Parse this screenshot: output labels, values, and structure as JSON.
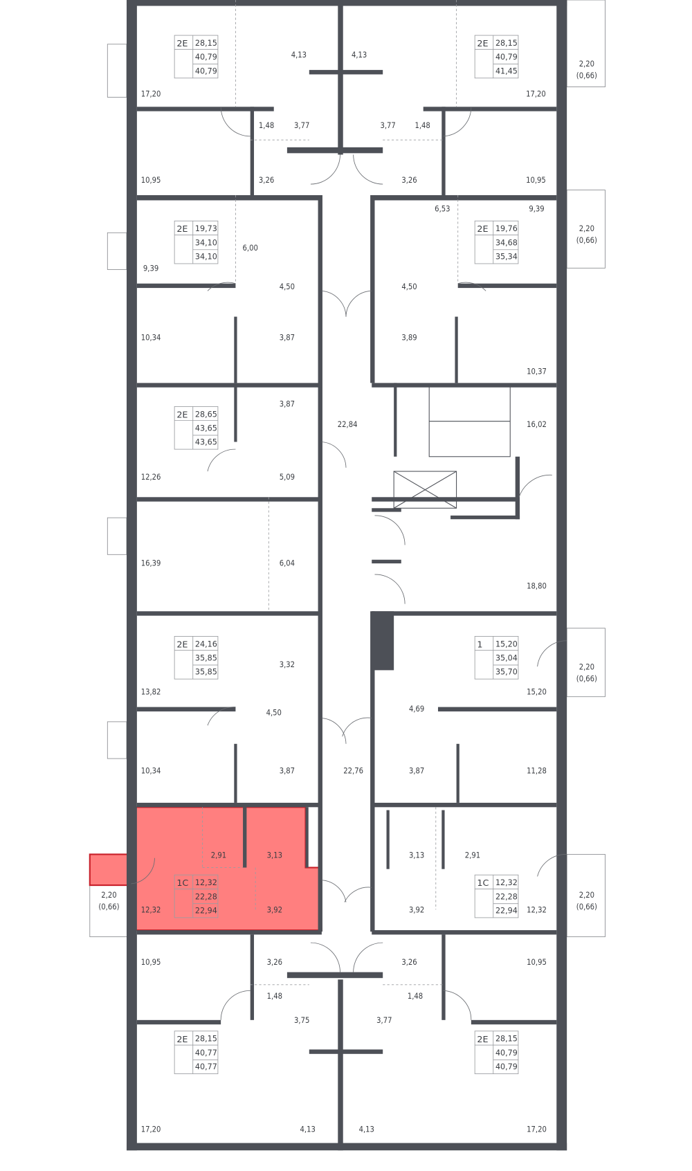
{
  "colors": {
    "wall": "#4d5057",
    "highlight_fill": "#ff7f7f",
    "highlight_stroke": "#c8202a"
  },
  "highlighted_unit": 10,
  "rooms": [
    "4,13",
    "17,20",
    "1,48",
    "3,77",
    "10,95",
    "3,26",
    "4,13",
    "17,20",
    "3,77",
    "1,48",
    "3,26",
    "10,95",
    "9,39",
    "6,00",
    "4,50",
    "10,34",
    "3,87",
    "6,53",
    "9,39",
    "4,50",
    "3,89",
    "10,37",
    "3,87",
    "12,26",
    "5,09",
    "22,84",
    "16,02",
    "16,39",
    "6,04",
    "18,80",
    "3,32",
    "13,82",
    "15,20",
    "4,69",
    "4,50",
    "10,34",
    "3,87",
    "22,76",
    "3,87",
    "11,28",
    "2,91",
    "3,13",
    "12,32",
    "3,92",
    "3,13",
    "2,91",
    "12,32",
    "3,92",
    "10,95",
    "3,26",
    "3,26",
    "10,95",
    "1,48",
    "3,75",
    "3,77",
    "1,48",
    "17,20",
    "4,13",
    "4,13",
    "17,20"
  ],
  "units": [
    {
      "type": "2E",
      "living": "28,15",
      "total": "40,79",
      "total_with_balcony": "40,79"
    },
    {
      "type": "2E",
      "living": "28,15",
      "total": "40,79",
      "total_with_balcony": "41,45"
    },
    {
      "type": "2E",
      "living": "19,73",
      "total": "34,10",
      "total_with_balcony": "34,10"
    },
    {
      "type": "2E",
      "living": "19,76",
      "total": "34,68",
      "total_with_balcony": "35,34"
    },
    {
      "type": "2E",
      "living": "28,65",
      "total": "43,65",
      "total_with_balcony": "43,65"
    },
    {
      "type": "2E",
      "living": "24,16",
      "total": "35,85",
      "total_with_balcony": "35,85"
    },
    {
      "type": "1",
      "living": "15,20",
      "total": "35,04",
      "total_with_balcony": "35,70"
    },
    {
      "type": "1C",
      "living": "12,32",
      "total": "22,28",
      "total_with_balcony": "22,94"
    },
    {
      "type": "1C",
      "living": "12,32",
      "total": "22,28",
      "total_with_balcony": "22,94"
    },
    {
      "type": "2E",
      "living": "28,15",
      "total": "40,77",
      "total_with_balcony": "40,77"
    },
    {
      "type": "2E",
      "living": "28,15",
      "total": "40,79",
      "total_with_balcony": "40,79"
    }
  ],
  "balconies": [
    {
      "area": "2,20",
      "reduced": "(0,66)"
    },
    {
      "area": "2,20",
      "reduced": "(0,66)"
    },
    {
      "area": "2,20",
      "reduced": "(0,66)"
    },
    {
      "area": "2,20",
      "reduced": "(0,66)"
    },
    {
      "area": "2,20",
      "reduced": "(0,66)"
    }
  ]
}
